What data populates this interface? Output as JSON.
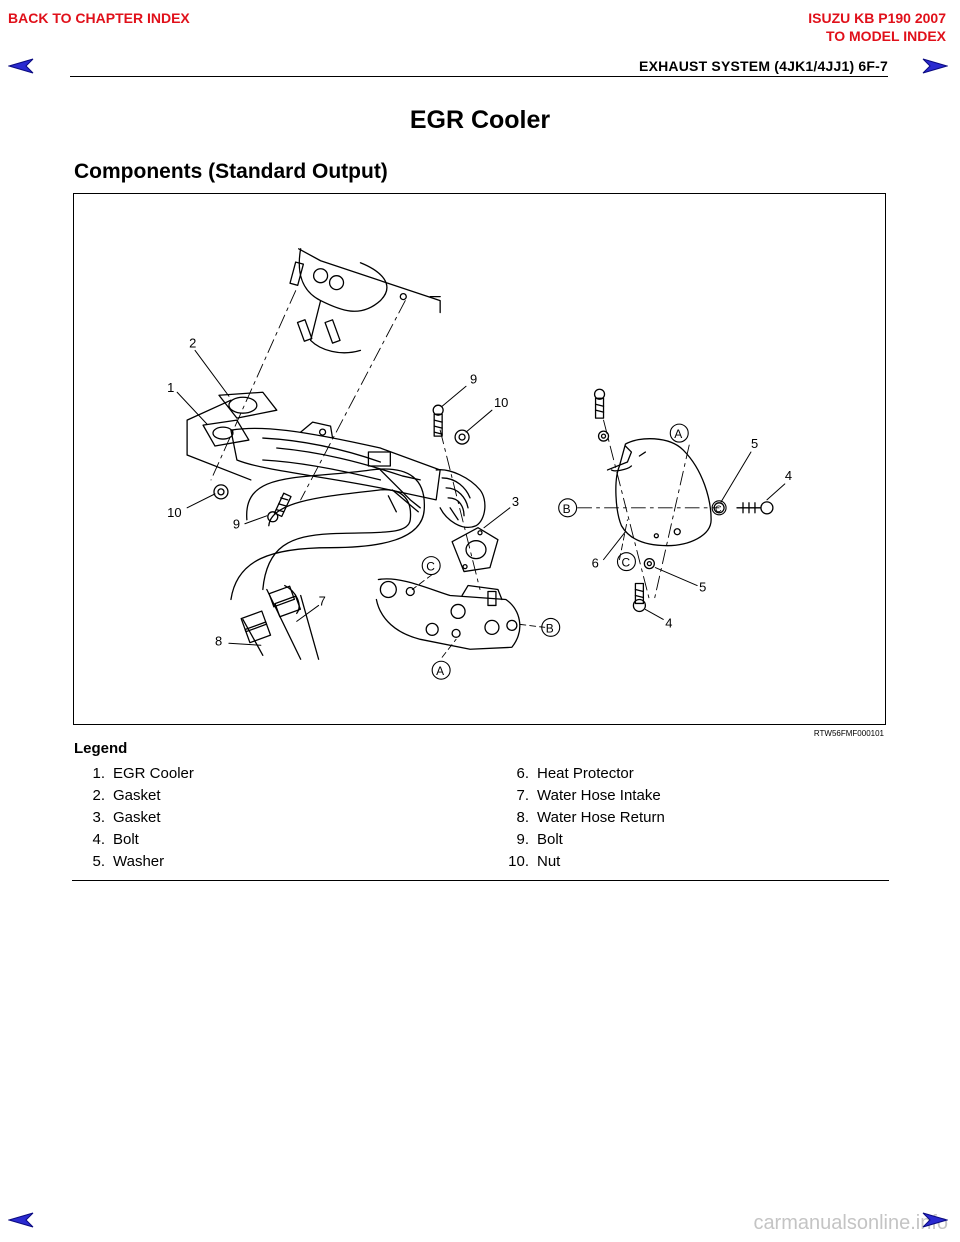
{
  "nav": {
    "back_chapter": "BACK TO CHAPTER INDEX",
    "model_title": "ISUZU KB P190 2007",
    "model_index": "TO MODEL INDEX"
  },
  "header": {
    "section": "EXHAUST SYSTEM (4JK1/4JJ1)  6F-7"
  },
  "title": "EGR Cooler",
  "subheading": "Components (Standard Output)",
  "figure": {
    "code": "RTW56FMF000101",
    "callouts": [
      "1",
      "2",
      "3",
      "4",
      "5",
      "6",
      "7",
      "8",
      "9",
      "10",
      "A",
      "B",
      "C"
    ]
  },
  "legend": {
    "title": "Legend",
    "items": [
      {
        "num": "1.",
        "label": "EGR Cooler"
      },
      {
        "num": "2.",
        "label": "Gasket"
      },
      {
        "num": "3.",
        "label": "Gasket"
      },
      {
        "num": "4.",
        "label": "Bolt"
      },
      {
        "num": "5.",
        "label": "Washer"
      },
      {
        "num": "6.",
        "label": "Heat Protector"
      },
      {
        "num": "7.",
        "label": "Water Hose Intake"
      },
      {
        "num": "8.",
        "label": "Water Hose Return"
      },
      {
        "num": "9.",
        "label": "Bolt"
      },
      {
        "num": "10.",
        "label": "Nut"
      }
    ]
  },
  "watermark": "carmanualsonline.info",
  "colors": {
    "link_red": "#e0101a",
    "arrow_blue": "#2a2ad0"
  }
}
